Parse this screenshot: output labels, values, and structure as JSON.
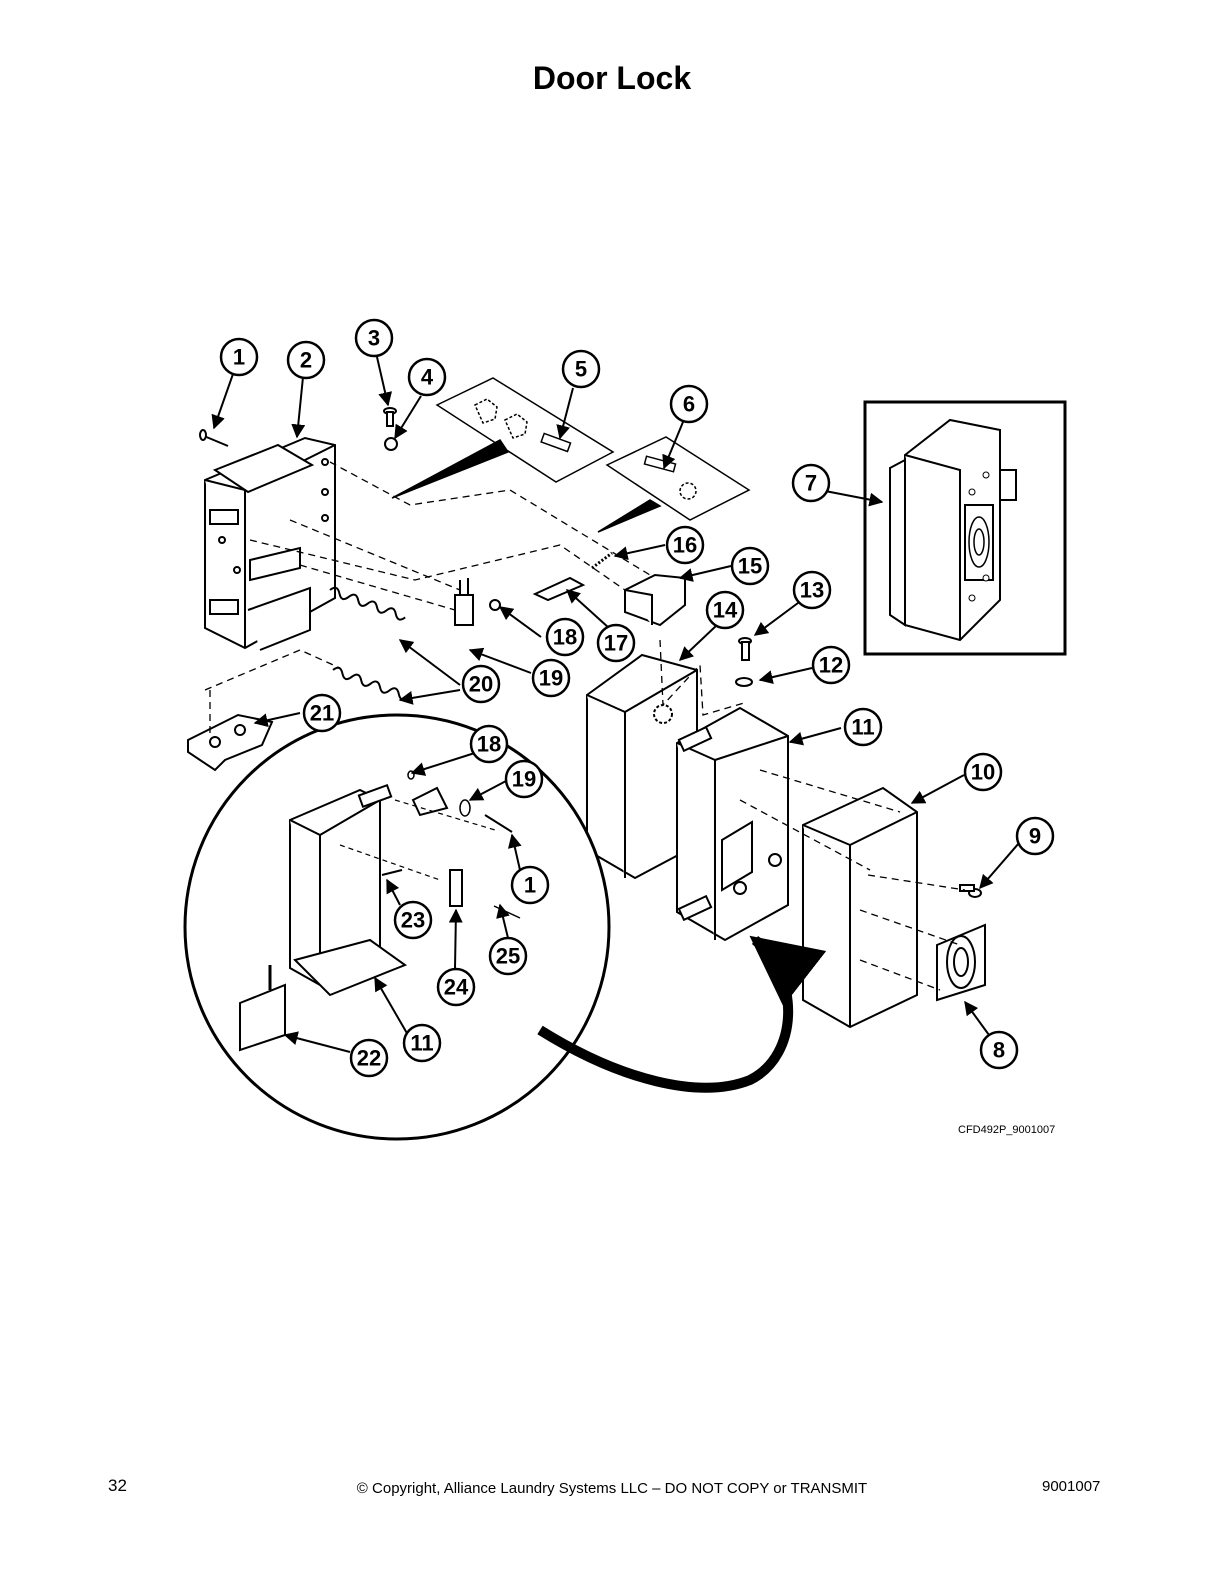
{
  "title": "Door Lock",
  "diagram": {
    "figure_code": "CFD492P_9001007",
    "callouts": [
      {
        "id": "c1a",
        "label": "1"
      },
      {
        "id": "c2",
        "label": "2"
      },
      {
        "id": "c3",
        "label": "3"
      },
      {
        "id": "c4",
        "label": "4"
      },
      {
        "id": "c5",
        "label": "5"
      },
      {
        "id": "c6",
        "label": "6"
      },
      {
        "id": "c7",
        "label": "7"
      },
      {
        "id": "c8",
        "label": "8"
      },
      {
        "id": "c9",
        "label": "9"
      },
      {
        "id": "c10",
        "label": "10"
      },
      {
        "id": "c11a",
        "label": "11"
      },
      {
        "id": "c11b",
        "label": "11"
      },
      {
        "id": "c12",
        "label": "12"
      },
      {
        "id": "c13",
        "label": "13"
      },
      {
        "id": "c14",
        "label": "14"
      },
      {
        "id": "c15",
        "label": "15"
      },
      {
        "id": "c16",
        "label": "16"
      },
      {
        "id": "c17",
        "label": "17"
      },
      {
        "id": "c18a",
        "label": "18"
      },
      {
        "id": "c18b",
        "label": "18"
      },
      {
        "id": "c19a",
        "label": "19"
      },
      {
        "id": "c19b",
        "label": "19"
      },
      {
        "id": "c20",
        "label": "20"
      },
      {
        "id": "c21",
        "label": "21"
      },
      {
        "id": "c22",
        "label": "22"
      },
      {
        "id": "c23",
        "label": "23"
      },
      {
        "id": "c24",
        "label": "24"
      },
      {
        "id": "c25",
        "label": "25"
      },
      {
        "id": "c1b",
        "label": "1"
      }
    ]
  },
  "footer": {
    "page_number": "32",
    "copyright": "© Copyright, Alliance Laundry Systems LLC – DO NOT COPY or TRANSMIT",
    "doc_number": "9001007"
  }
}
